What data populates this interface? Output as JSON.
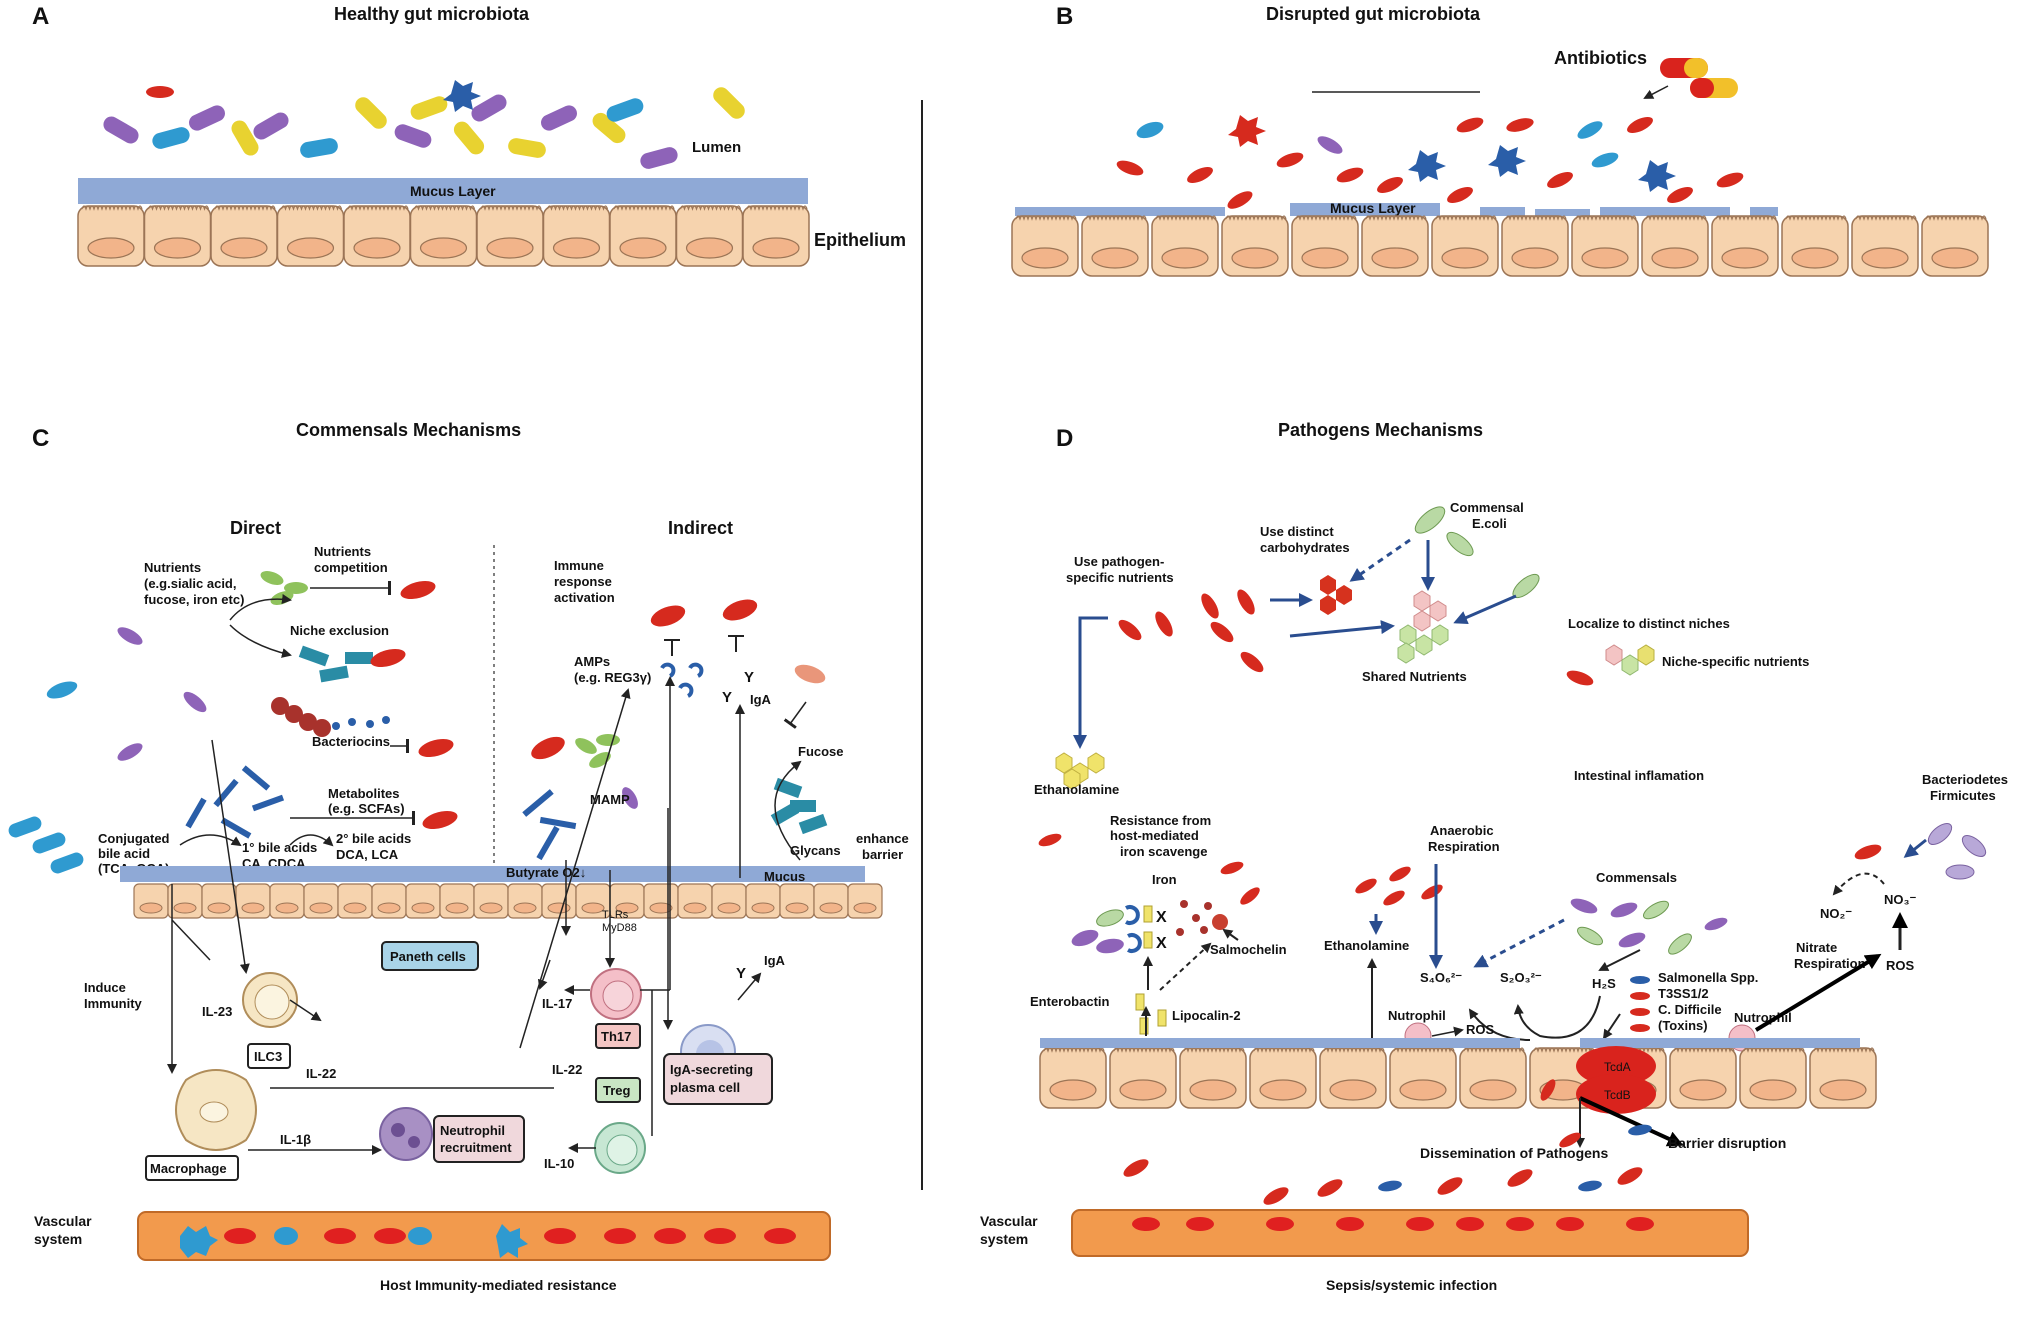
{
  "panels": {
    "A": {
      "letter": "A",
      "title": "Healthy gut microbiota",
      "lumen": "Lumen",
      "mucus": "Mucus Layer",
      "epithelium": "Epithelium"
    },
    "B": {
      "letter": "B",
      "title": "Disrupted gut microbiota",
      "antibiotics": "Antibiotics",
      "mucus": "Mucus Layer"
    },
    "C": {
      "letter": "C",
      "title": "Commensals Mechanisms",
      "direct": "Direct",
      "indirect": "Indirect",
      "nutrients_1": "Nutrients",
      "nutrients_2": "(e.g.sialic acid,",
      "nutrients_3": "fucose, iron etc)",
      "competition_1": "Nutrients",
      "competition_2": "competition",
      "niche_exclusion": "Niche exclusion",
      "bacteriocins": "Bacteriocins",
      "metabolites_1": "Metabolites",
      "metabolites_2": "(e.g. SCFAs)",
      "conjugated_1": "Conjugated",
      "conjugated_2": "bile acid",
      "conjugated_3": "(TCA, GCA)",
      "primary_1": "1° bile acids",
      "primary_2": "CA, CDCA",
      "secondary_1": "2° bile acids",
      "secondary_2": "DCA, LCA",
      "immune_1": "Immune",
      "immune_2": "response",
      "immune_3": "activation",
      "amps_1": "AMPs",
      "amps_2": "(e.g. REG3γ)",
      "iga_top": "IgA",
      "fucose": "Fucose",
      "mamp": "MAMP",
      "glycans": "Glycans",
      "enhance_1": "enhance",
      "enhance_2": "barrier",
      "butyrate": "Butyrate O2↓",
      "mucus": "Mucus",
      "tlrs_1": "TLRs",
      "tlrs_2": "MyD88",
      "paneth": "Paneth cells",
      "induce_1": "Induce",
      "induce_2": "Immunity",
      "il23": "IL-23",
      "ilc3": "ILC3",
      "il22_left": "IL-22",
      "il17": "IL-17",
      "th17": "Th17",
      "il22_right": "IL-22",
      "treg": "Treg",
      "il10": "IL-10",
      "plasma_1": "IgA-secreting",
      "plasma_2": "plasma cell",
      "iga_plasma": "IgA",
      "macrophage": "Macrophage",
      "il1b": "IL-1β",
      "neutrophil_1": "Neutrophil",
      "neutrophil_2": "recruitment",
      "vascular_1": "Vascular",
      "vascular_2": "system",
      "footer": "Host Immunity-mediated resistance"
    },
    "D": {
      "letter": "D",
      "title": "Pathogens  Mechanisms",
      "commensal_ecoli_1": "Commensal",
      "commensal_ecoli_2": "E.coli",
      "distinct_carb_1": "Use distinct",
      "distinct_carb_2": "carbohydrates",
      "pathogen_nutr_1": "Use pathogen-",
      "pathogen_nutr_2": "specific nutrients",
      "localize": "Localize to distinct niches",
      "shared": "Shared Nutrients",
      "niche_nutr": "Niche-specific nutrients",
      "ethanolamine_top": "Ethanolamine",
      "intestinal_infl": "Intestinal inflamation",
      "resistance_1": "Resistance from",
      "resistance_2": "host-mediated",
      "resistance_3": "iron scavenge",
      "iron": "Iron",
      "salmochelin": "Salmochelin",
      "enterobactin": "Enterobactin",
      "lipocalin": "Lipocalin-2",
      "anaerobic_1": "Anaerobic",
      "anaerobic_2": "Respiration",
      "ethanolamine_mid": "Ethanolamine",
      "s4o6": "S₄O₆²⁻",
      "s2o3": "S₂O₃²⁻",
      "h2s": "H₂S",
      "commensals": "Commensals",
      "nutrophil_1": "Nutrophil",
      "ros_1": "ROS",
      "salmonella_1": "Salmonella Spp.",
      "salmonella_2": "T3SS1/2",
      "salmonella_3": "C. Difficile",
      "salmonella_4": "(Toxins)",
      "nutrophil_2": "Nutrophil",
      "tcda": "TcdA",
      "tcdb": "TcdB",
      "bact_1": "Bacteriodetes",
      "bact_2": "Firmicutes",
      "no2": "NO₂⁻",
      "no3": "NO₃⁻",
      "nitrate_1": "Nitrate",
      "nitrate_2": "Respiration",
      "ros_2": "ROS",
      "dissemination": "Dissemination of Pathogens",
      "barrier": "Barrier disruption",
      "vascular_1": "Vascular",
      "vascular_2": "system",
      "footer": "Sepsis/systemic infection"
    }
  },
  "colors": {
    "mucus": "#8fa9d6",
    "cell_fill": "#f6d3ae",
    "cell_stroke": "#9c7556",
    "nucleus": "#f2b48a",
    "vessel": "#f29a4d",
    "rbc": "#e02020",
    "pathogen": "#d62a1e",
    "purple": "#8e63b8",
    "yellow": "#e8d230",
    "green": "#8fc25c",
    "blue": "#2f9ad0",
    "arrow_blue": "#2a4d8f",
    "teal": "#2a8ca5",
    "toxin": "#d9231d"
  }
}
